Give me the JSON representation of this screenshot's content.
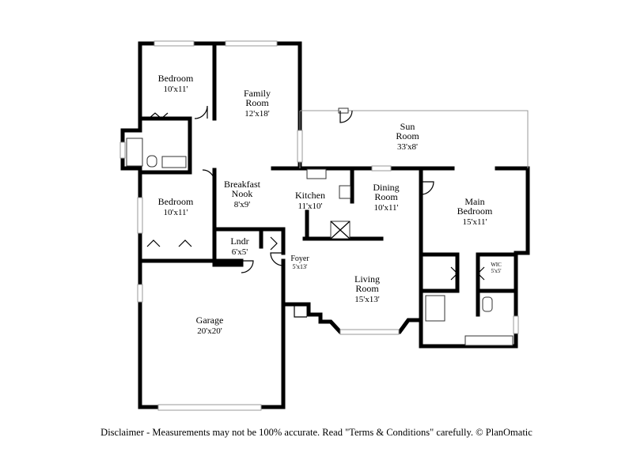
{
  "rooms": [
    {
      "id": "bedroom-2",
      "name": "Bedroom",
      "dims": "10'x11'"
    },
    {
      "id": "family-room",
      "name": "Family Room",
      "dims": "12'x18'"
    },
    {
      "id": "sun-room",
      "name": "Sun Room",
      "dims": "33'x8'"
    },
    {
      "id": "bedroom-3",
      "name": "Bedroom",
      "dims": "10'x11'"
    },
    {
      "id": "breakfast-nook",
      "name": "Breakfast Nook",
      "dims": "8'x9'"
    },
    {
      "id": "kitchen",
      "name": "Kitchen",
      "dims": "11'x10'"
    },
    {
      "id": "dining-room",
      "name": "Dining Room",
      "dims": "10'x11'"
    },
    {
      "id": "main-bedroom",
      "name": "Main Bedroom",
      "dims": "15'x11'"
    },
    {
      "id": "laundry",
      "name": "Lndr",
      "dims": "6'x5'"
    },
    {
      "id": "foyer",
      "name": "Foyer",
      "dims": "5'x13'"
    },
    {
      "id": "wic",
      "name": "WIC",
      "dims": "5'x5'"
    },
    {
      "id": "living-room",
      "name": "Living Room",
      "dims": "15'x13'"
    },
    {
      "id": "garage",
      "name": "Garage",
      "dims": "20'x20'"
    }
  ],
  "labels": {
    "bedroom_2": {
      "line1": "Bedroom",
      "dims": "10'x11'"
    },
    "family_room": {
      "line1": "Family",
      "line2": "Room",
      "dims": "12'x18'"
    },
    "sun_room": {
      "line1": "Sun",
      "line2": "Room",
      "dims": "33'x8'"
    },
    "bedroom_3": {
      "line1": "Bedroom",
      "dims": "10'x11'"
    },
    "breakfast_nook": {
      "line1": "Breakfast",
      "line2": "Nook",
      "dims": "8'x9'"
    },
    "kitchen": {
      "line1": "Kitchen",
      "dims": "11'x10'"
    },
    "dining_room": {
      "line1": "Dining",
      "line2": "Room",
      "dims": "10'x11'"
    },
    "main_bedroom": {
      "line1": "Main",
      "line2": "Bedroom",
      "dims": "15'x11'"
    },
    "laundry": {
      "line1": "Lndr",
      "dims": "6'x5'"
    },
    "foyer": {
      "line1": "Foyer",
      "dims": "5'x13'"
    },
    "wic": {
      "line1": "WIC",
      "dims": "5'x5'"
    },
    "living_room": {
      "line1": "Living",
      "line2": "Room",
      "dims": "15'x13'"
    },
    "garage": {
      "line1": "Garage",
      "dims": "20'x20'"
    }
  },
  "disclaimer": "Disclaimer - Measurements may not be 100% accurate. Read \"Terms & Conditions\" carefully. © PlanOmatic"
}
